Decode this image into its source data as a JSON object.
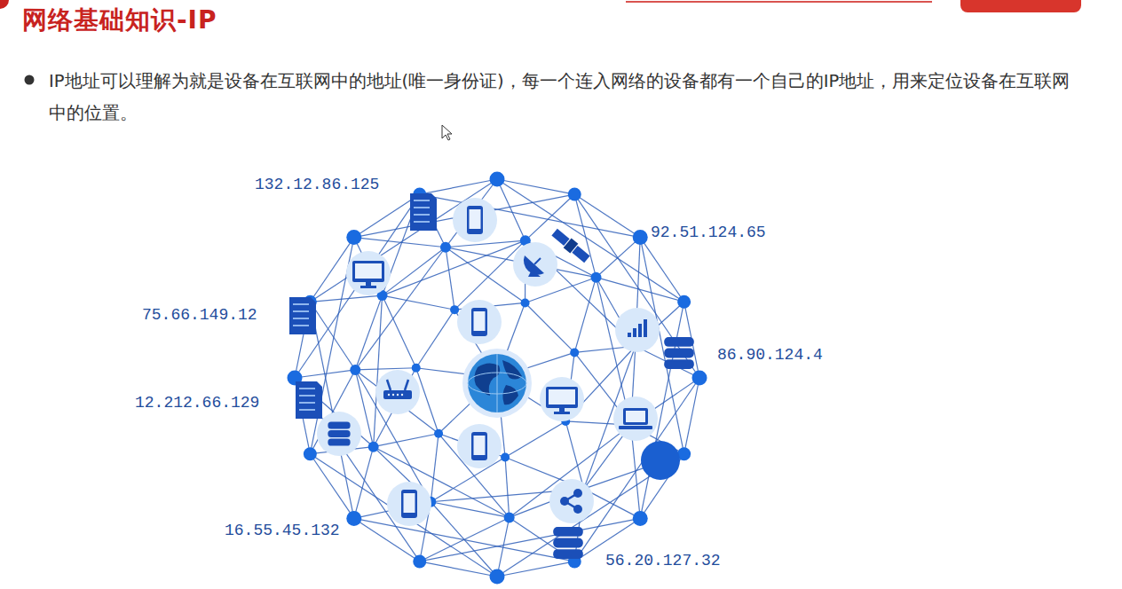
{
  "diagram": {
    "title": "网络基础知识-IP",
    "labels": [
      "IP地址可以理解为就是设备在互联网中的地址(唯一身份证)，每一个连入网络的设备都有一个自己的IP地址，用来定位设备在互联网中的位置。",
      "132.12.86.125",
      "92.51.124.65",
      "75.66.149.12",
      "86.90.124.4",
      "12.212.66.129",
      "16.55.45.132",
      "56.20.127.32"
    ]
  }
}
